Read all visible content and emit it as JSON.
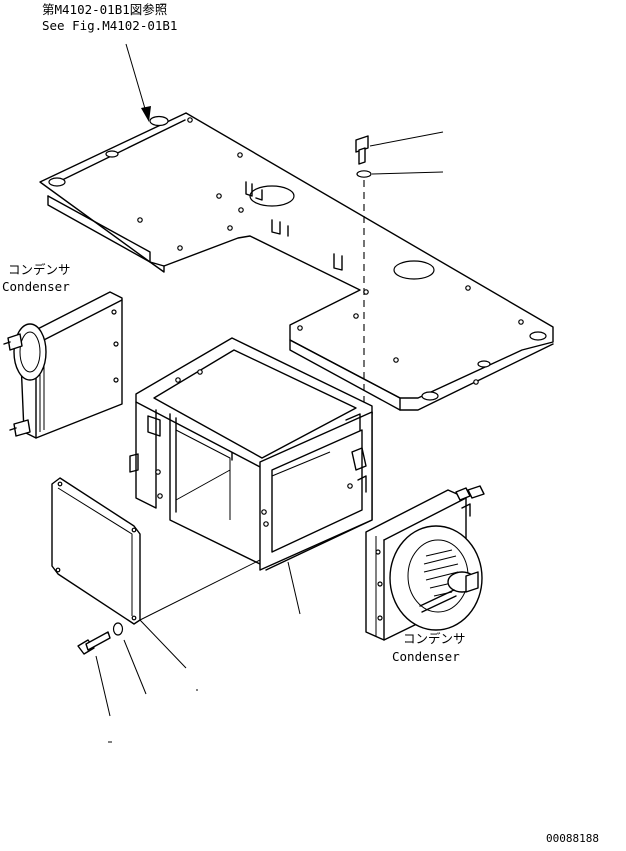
{
  "reference": {
    "line_jp": "第M4102-01B1図参照",
    "line_en": "See Fig.M4102-01B1"
  },
  "callouts": {
    "condenser_left_jp": "コンデンサ",
    "condenser_left_en": "Condenser",
    "condenser_right_jp": "コンデンサ",
    "condenser_right_en": "Condenser"
  },
  "drawing_number": "00088188",
  "parts": [
    "floor-plate",
    "bolt-upper",
    "washer-upper",
    "condenser-left",
    "frame-box",
    "cover-plate",
    "condenser-right",
    "bolt-lower",
    "washer-lower"
  ]
}
